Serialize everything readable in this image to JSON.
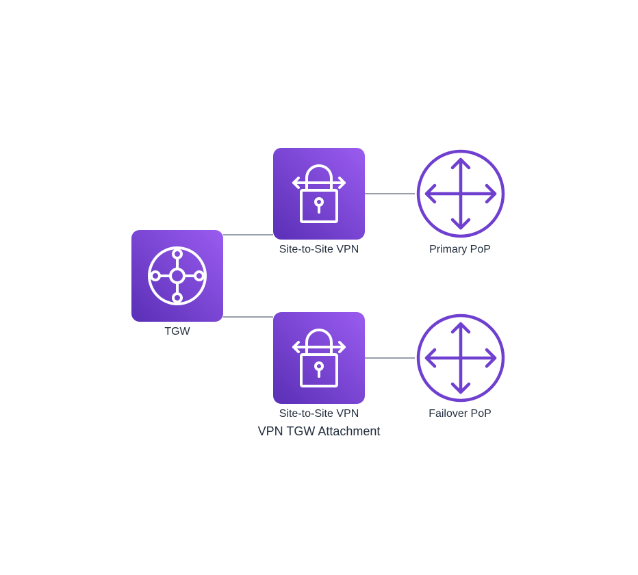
{
  "nodes": {
    "tgw": {
      "label": "TGW",
      "icon": "transit-gateway-icon"
    },
    "vpn_primary": {
      "label": "Site-to-Site VPN",
      "icon": "site-to-site-vpn-icon"
    },
    "vpn_failover": {
      "label": "Site-to-Site VPN",
      "icon": "site-to-site-vpn-icon"
    },
    "pop_primary": {
      "label": "Primary PoP",
      "icon": "router-icon"
    },
    "pop_failover": {
      "label": "Failover PoP",
      "icon": "router-icon"
    }
  },
  "group_label": "VPN TGW Attachment",
  "edges": [
    {
      "from": "tgw",
      "to": "vpn_primary"
    },
    {
      "from": "tgw",
      "to": "vpn_failover"
    },
    {
      "from": "vpn_primary",
      "to": "pop_primary"
    },
    {
      "from": "vpn_failover",
      "to": "pop_failover"
    }
  ],
  "colors": {
    "tile_gradient_start": "#9a5cf0",
    "tile_gradient_end": "#5a2fb6",
    "router_purple": "#6f3fd0",
    "connector": "#596677",
    "text": "#232f3e"
  }
}
